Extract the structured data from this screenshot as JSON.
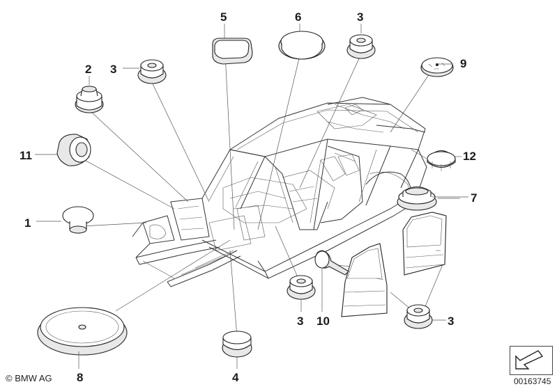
{
  "footer": {
    "copyright": "© BMW AG",
    "diagram_id": "00163745"
  },
  "callouts": [
    {
      "id": "c1",
      "label": "1"
    },
    {
      "id": "c2",
      "label": "2"
    },
    {
      "id": "c3a",
      "label": "3"
    },
    {
      "id": "c3b",
      "label": "3"
    },
    {
      "id": "c3c",
      "label": "3"
    },
    {
      "id": "c3d",
      "label": "3"
    },
    {
      "id": "c4",
      "label": "4"
    },
    {
      "id": "c5",
      "label": "5"
    },
    {
      "id": "c6",
      "label": "6"
    },
    {
      "id": "c7",
      "label": "7"
    },
    {
      "id": "c8",
      "label": "8"
    },
    {
      "id": "c9",
      "label": "9"
    },
    {
      "id": "c10",
      "label": "10"
    },
    {
      "id": "c11",
      "label": "11"
    },
    {
      "id": "c12",
      "label": "12"
    }
  ],
  "icons": {
    "nav": "arrow-down-left-icon"
  }
}
